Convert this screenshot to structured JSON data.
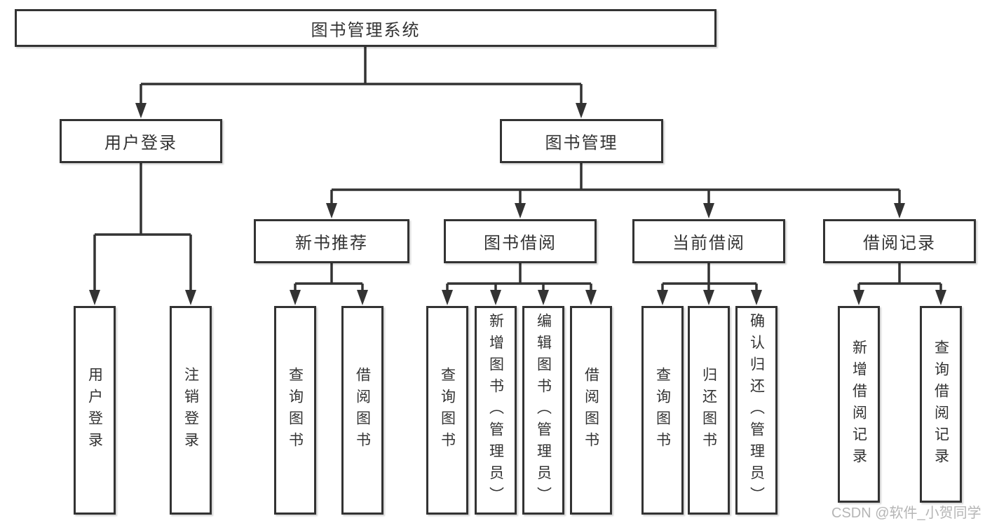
{
  "tree": {
    "label": "图书管理系统",
    "children": [
      {
        "label": "用户登录",
        "children": [
          {
            "label": "用户登录"
          },
          {
            "label": "注销登录"
          }
        ]
      },
      {
        "label": "图书管理",
        "children": [
          {
            "label": "新书推荐",
            "children": [
              {
                "label": "查询图书"
              },
              {
                "label": "借阅图书"
              }
            ]
          },
          {
            "label": "图书借阅",
            "children": [
              {
                "label": "查询图书"
              },
              {
                "label": "新增图书（管理员）"
              },
              {
                "label": "编辑图书（管理员）"
              },
              {
                "label": "借阅图书"
              }
            ]
          },
          {
            "label": "当前借阅",
            "children": [
              {
                "label": "查询图书"
              },
              {
                "label": "归还图书"
              },
              {
                "label": "确认归还（管理员）"
              }
            ]
          },
          {
            "label": "借阅记录",
            "children": [
              {
                "label": "新增借阅记录"
              },
              {
                "label": "查询借阅记录"
              }
            ]
          }
        ]
      }
    ]
  },
  "watermark": {
    "text": "CSDN @软件_小贺同学"
  },
  "colors": {
    "line": "#333333",
    "box_border": "#333333",
    "text": "#333333",
    "watermark_text": "#b5b5b5",
    "background": "#ffffff"
  }
}
